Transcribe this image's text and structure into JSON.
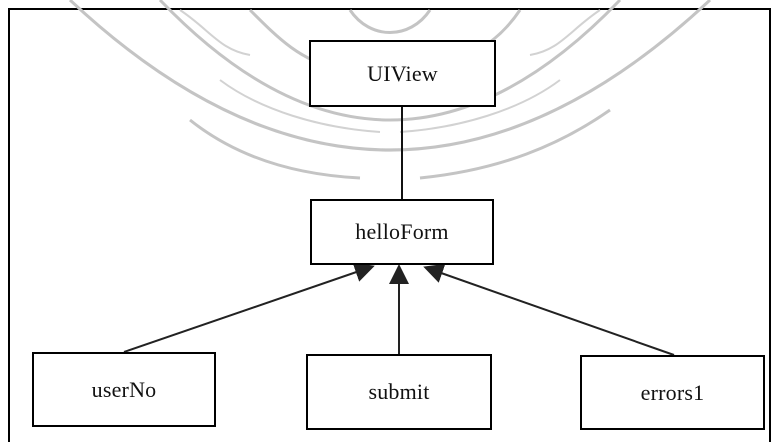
{
  "diagram": {
    "type": "class-hierarchy",
    "nodes": {
      "uiview": "UIView",
      "helloform": "helloForm",
      "userno": "userNo",
      "submit": "submit",
      "errors1": "errors1"
    },
    "edges": [
      {
        "from": "helloform",
        "to": "uiview",
        "arrow": "none"
      },
      {
        "from": "userno",
        "to": "helloform",
        "arrow": "filled-triangle"
      },
      {
        "from": "submit",
        "to": "helloform",
        "arrow": "filled-triangle"
      },
      {
        "from": "errors1",
        "to": "helloform",
        "arrow": "filled-triangle"
      }
    ]
  },
  "watermark": {
    "kind": "university seal",
    "color": "#bdbdbd"
  }
}
